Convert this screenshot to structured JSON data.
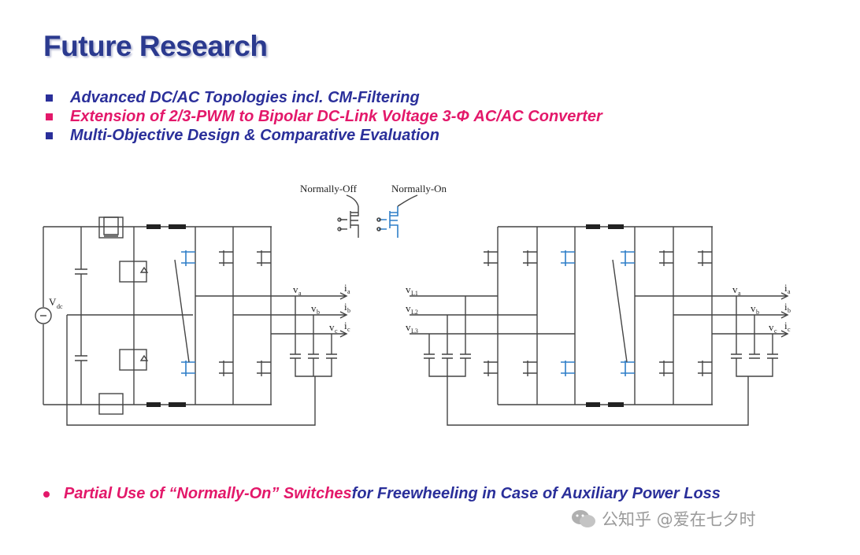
{
  "title": "Future Research",
  "bullets": [
    {
      "text": "Advanced DC/AC Topologies  incl. CM-Filtering",
      "color": "#2a2f9a"
    },
    {
      "text": "Extension of  2/3-PWM to Bipolar DC-Link Voltage 3-Φ AC/AC Converter",
      "color": "#e3186a"
    },
    {
      "text": "Multi-Objective Design & Comparative Evaluation",
      "color": "#2a2f9a"
    }
  ],
  "legend": {
    "normally_off": "Normally-Off",
    "normally_on": "Normally-On"
  },
  "labels": {
    "vdc": "V",
    "vdc_sub": "dc",
    "va": "v",
    "va_sub": "a",
    "vb": "v",
    "vb_sub": "b",
    "vc": "v",
    "vc_sub": "c",
    "ia": "i",
    "ia_sub": "a",
    "ib": "i",
    "ib_sub": "b",
    "ic": "i",
    "ic_sub": "c",
    "vl1": "v",
    "vl1_sub": "L1",
    "vl2": "v",
    "vl2_sub": "L2",
    "vl3": "v",
    "vl3_sub": "L3"
  },
  "footer": {
    "part1": "Partial Use of “Normally-On” Switches",
    "part2": " for Freewheeling in Case of Auxiliary Power Loss"
  },
  "watermark": {
    "text": "公知乎 @爱在七夕时"
  }
}
